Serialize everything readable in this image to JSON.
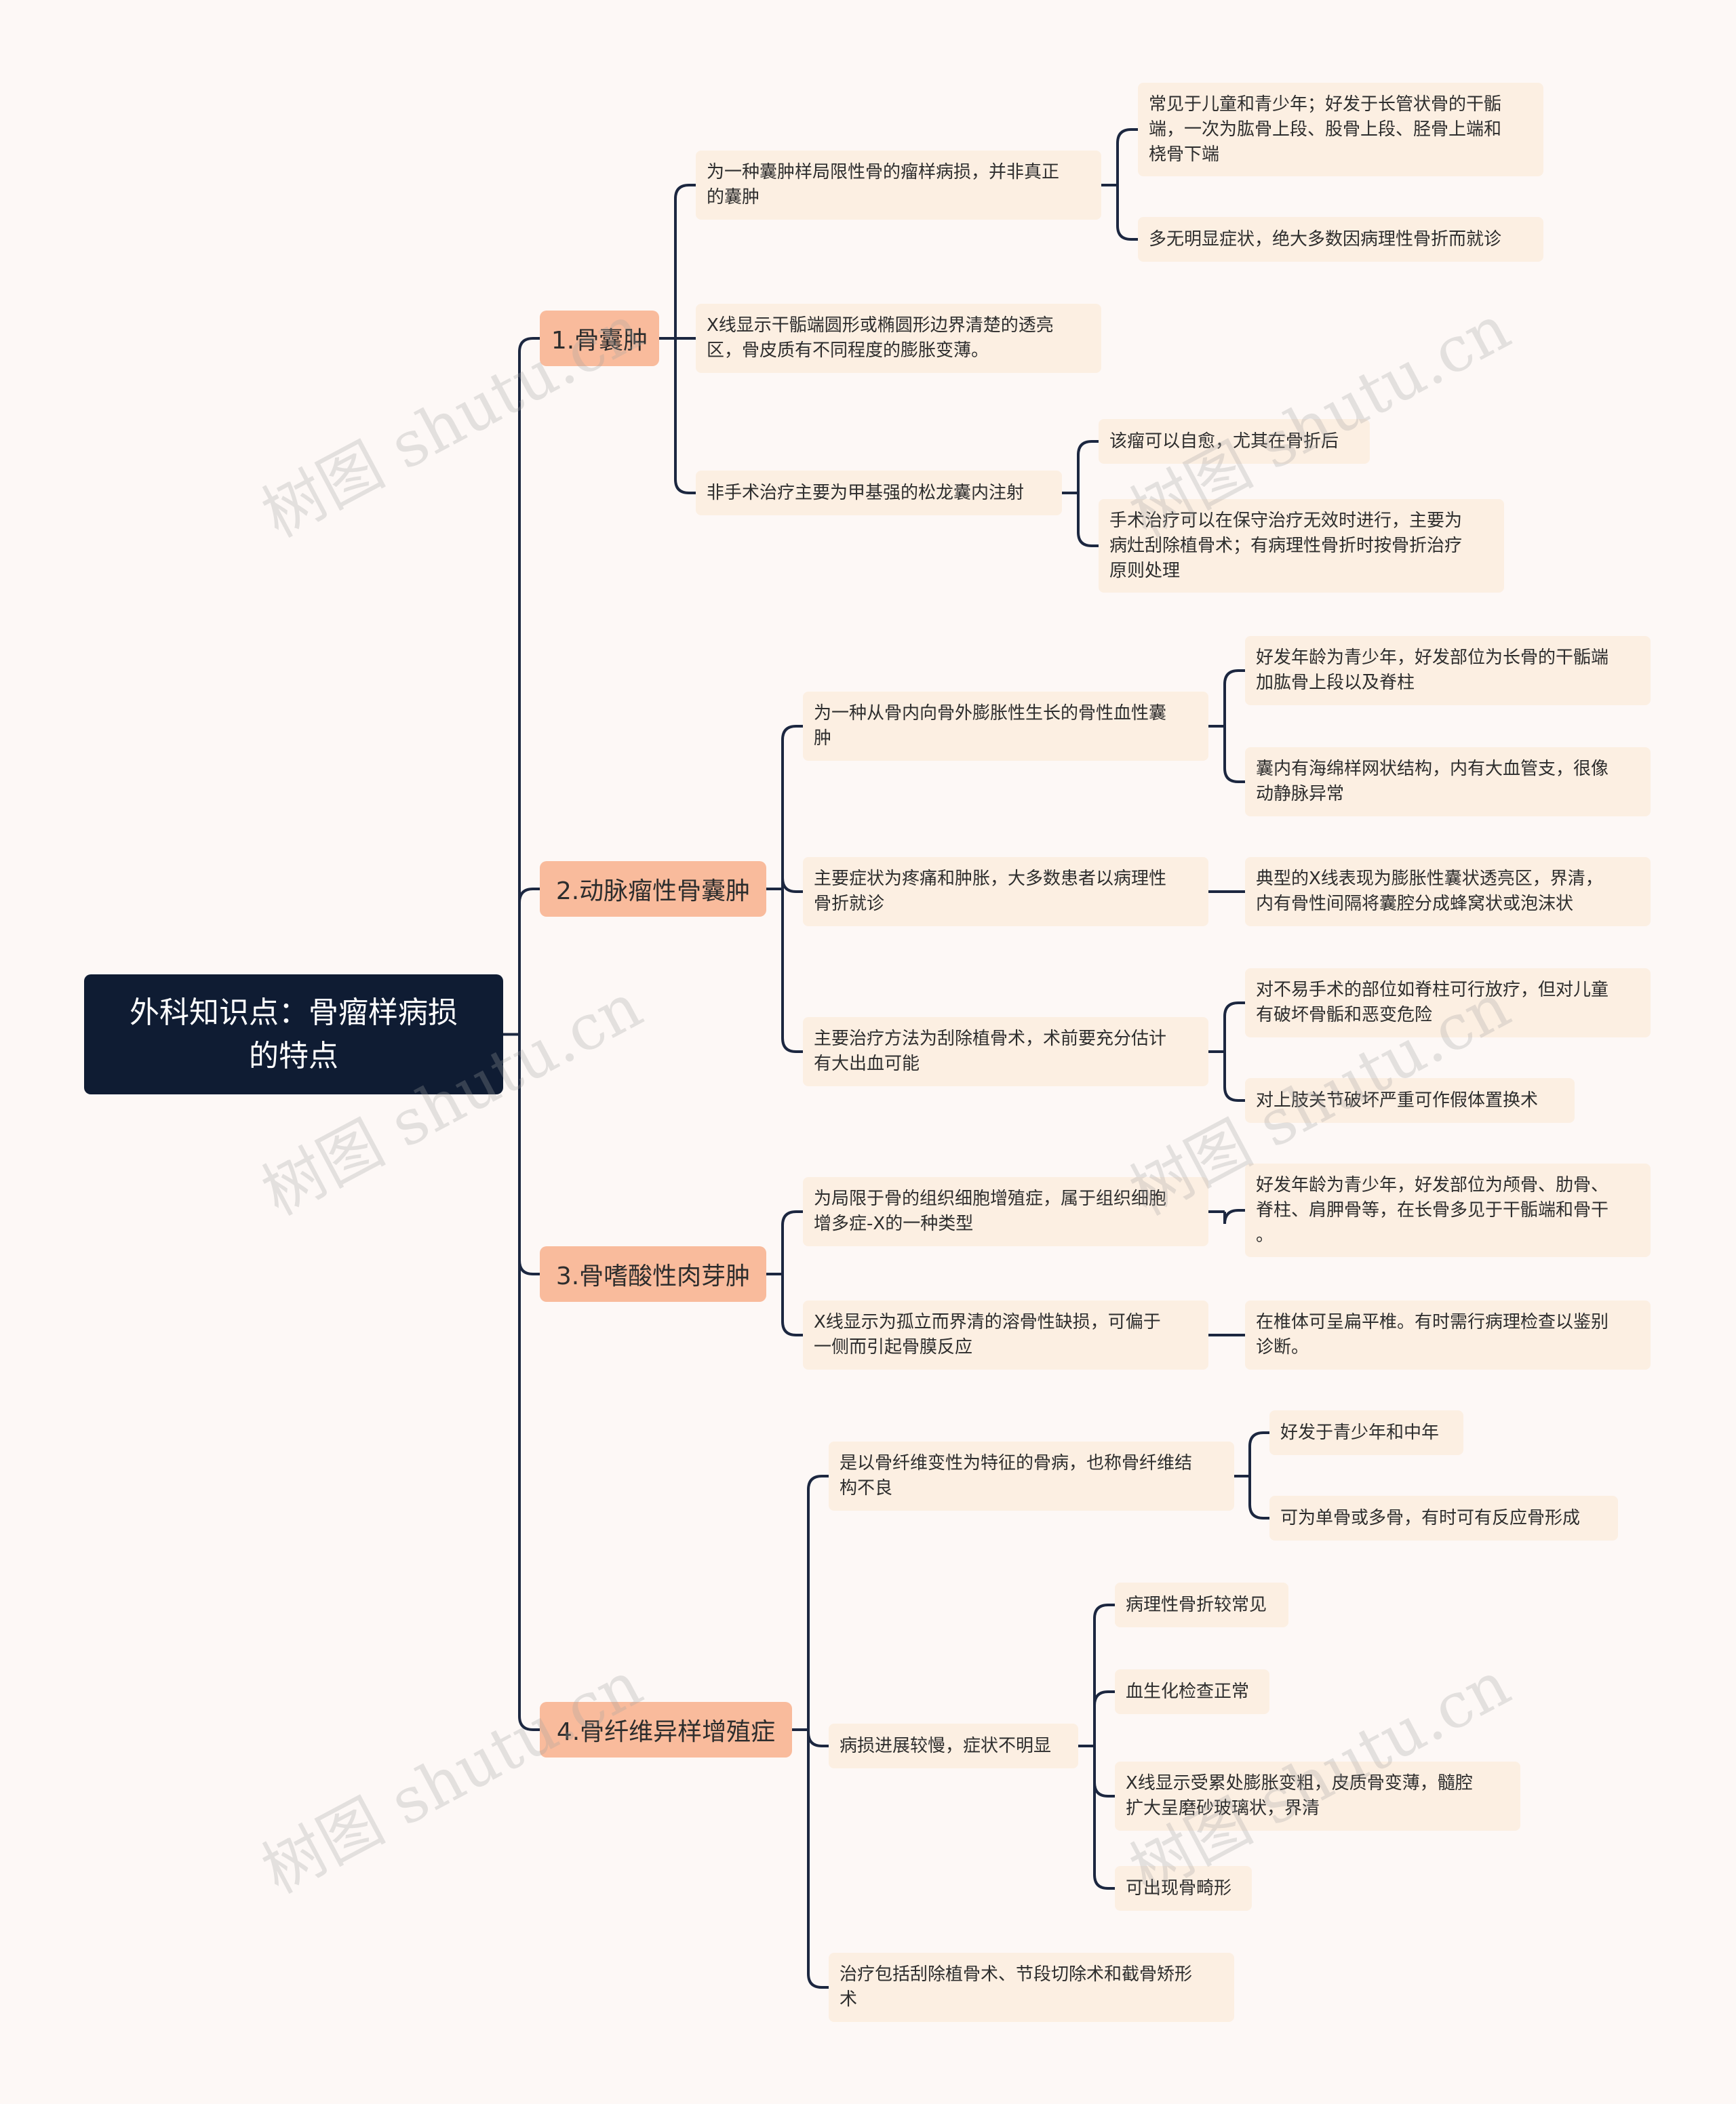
{
  "root": {
    "label": "外科知识点：骨瘤样病损\n的特点"
  },
  "branches": [
    {
      "label": "1.骨囊肿",
      "children": [
        {
          "label": "为一种囊肿样局限性骨的瘤样病损，并非真正\n的囊肿",
          "children": [
            {
              "label": "常见于儿童和青少年；好发于长管状骨的干骺\n端，一次为肱骨上段、股骨上段、胫骨上端和\n桡骨下端"
            },
            {
              "label": "多无明显症状，绝大多数因病理性骨折而就诊"
            }
          ]
        },
        {
          "label": "X线显示干骺端圆形或椭圆形边界清楚的透亮\n区，骨皮质有不同程度的膨胀变薄。"
        },
        {
          "label": "非手术治疗主要为甲基强的松龙囊内注射",
          "children": [
            {
              "label": "该瘤可以自愈，尤其在骨折后"
            },
            {
              "label": "手术治疗可以在保守治疗无效时进行，主要为\n病灶刮除植骨术；有病理性骨折时按骨折治疗\n原则处理"
            }
          ]
        }
      ]
    },
    {
      "label": "2.动脉瘤性骨囊肿",
      "children": [
        {
          "label": "为一种从骨内向骨外膨胀性生长的骨性血性囊\n肿",
          "children": [
            {
              "label": "好发年龄为青少年，好发部位为长骨的干骺端\n加肱骨上段以及脊柱"
            },
            {
              "label": "囊内有海绵样网状结构，内有大血管支，很像\n动静脉异常"
            }
          ]
        },
        {
          "label": "主要症状为疼痛和肿胀，大多数患者以病理性\n骨折就诊",
          "children": [
            {
              "label": "典型的X线表现为膨胀性囊状透亮区，界清，\n内有骨性间隔将囊腔分成蜂窝状或泡沫状"
            }
          ]
        },
        {
          "label": "主要治疗方法为刮除植骨术，术前要充分估计\n有大出血可能",
          "children": [
            {
              "label": "对不易手术的部位如脊柱可行放疗，但对儿童\n有破坏骨骺和恶变危险"
            },
            {
              "label": "对上肢关节破坏严重可作假体置换术"
            }
          ]
        }
      ]
    },
    {
      "label": "3.骨嗜酸性肉芽肿",
      "children": [
        {
          "label": "为局限于骨的组织细胞增殖症，属于组织细胞\n增多症-X的一种类型",
          "children": [
            {
              "label": "好发年龄为青少年，好发部位为颅骨、肋骨、\n脊柱、肩胛骨等，在长骨多见于干骺端和骨干\n。"
            }
          ]
        },
        {
          "label": "X线显示为孤立而界清的溶骨性缺损，可偏于\n一侧而引起骨膜反应",
          "children": [
            {
              "label": "在椎体可呈扁平椎。有时需行病理检查以鉴别\n诊断。"
            }
          ]
        }
      ]
    },
    {
      "label": "4.骨纤维异样增殖症",
      "children": [
        {
          "label": "是以骨纤维变性为特征的骨病，也称骨纤维结\n构不良",
          "children": [
            {
              "label": "好发于青少年和中年"
            },
            {
              "label": "可为单骨或多骨，有时可有反应骨形成"
            }
          ]
        },
        {
          "label": "病损进展较慢，症状不明显",
          "children": [
            {
              "label": "病理性骨折较常见"
            },
            {
              "label": "血生化检查正常"
            },
            {
              "label": "X线显示受累处膨胀变粗，皮质骨变薄，髓腔\n扩大呈磨砂玻璃状，界清"
            },
            {
              "label": "可出现骨畸形"
            }
          ]
        },
        {
          "label": "治疗包括刮除植骨术、节段切除术和截骨矫形\n术"
        }
      ]
    }
  ],
  "watermark": "树图 shutu.cn",
  "colors": {
    "root_bg": "#0f1c33",
    "branch_bg": "#f9bb9c",
    "leaf_bg": "#fcefe2",
    "line": "#1c2740",
    "page_bg": "#fdf8f6"
  }
}
